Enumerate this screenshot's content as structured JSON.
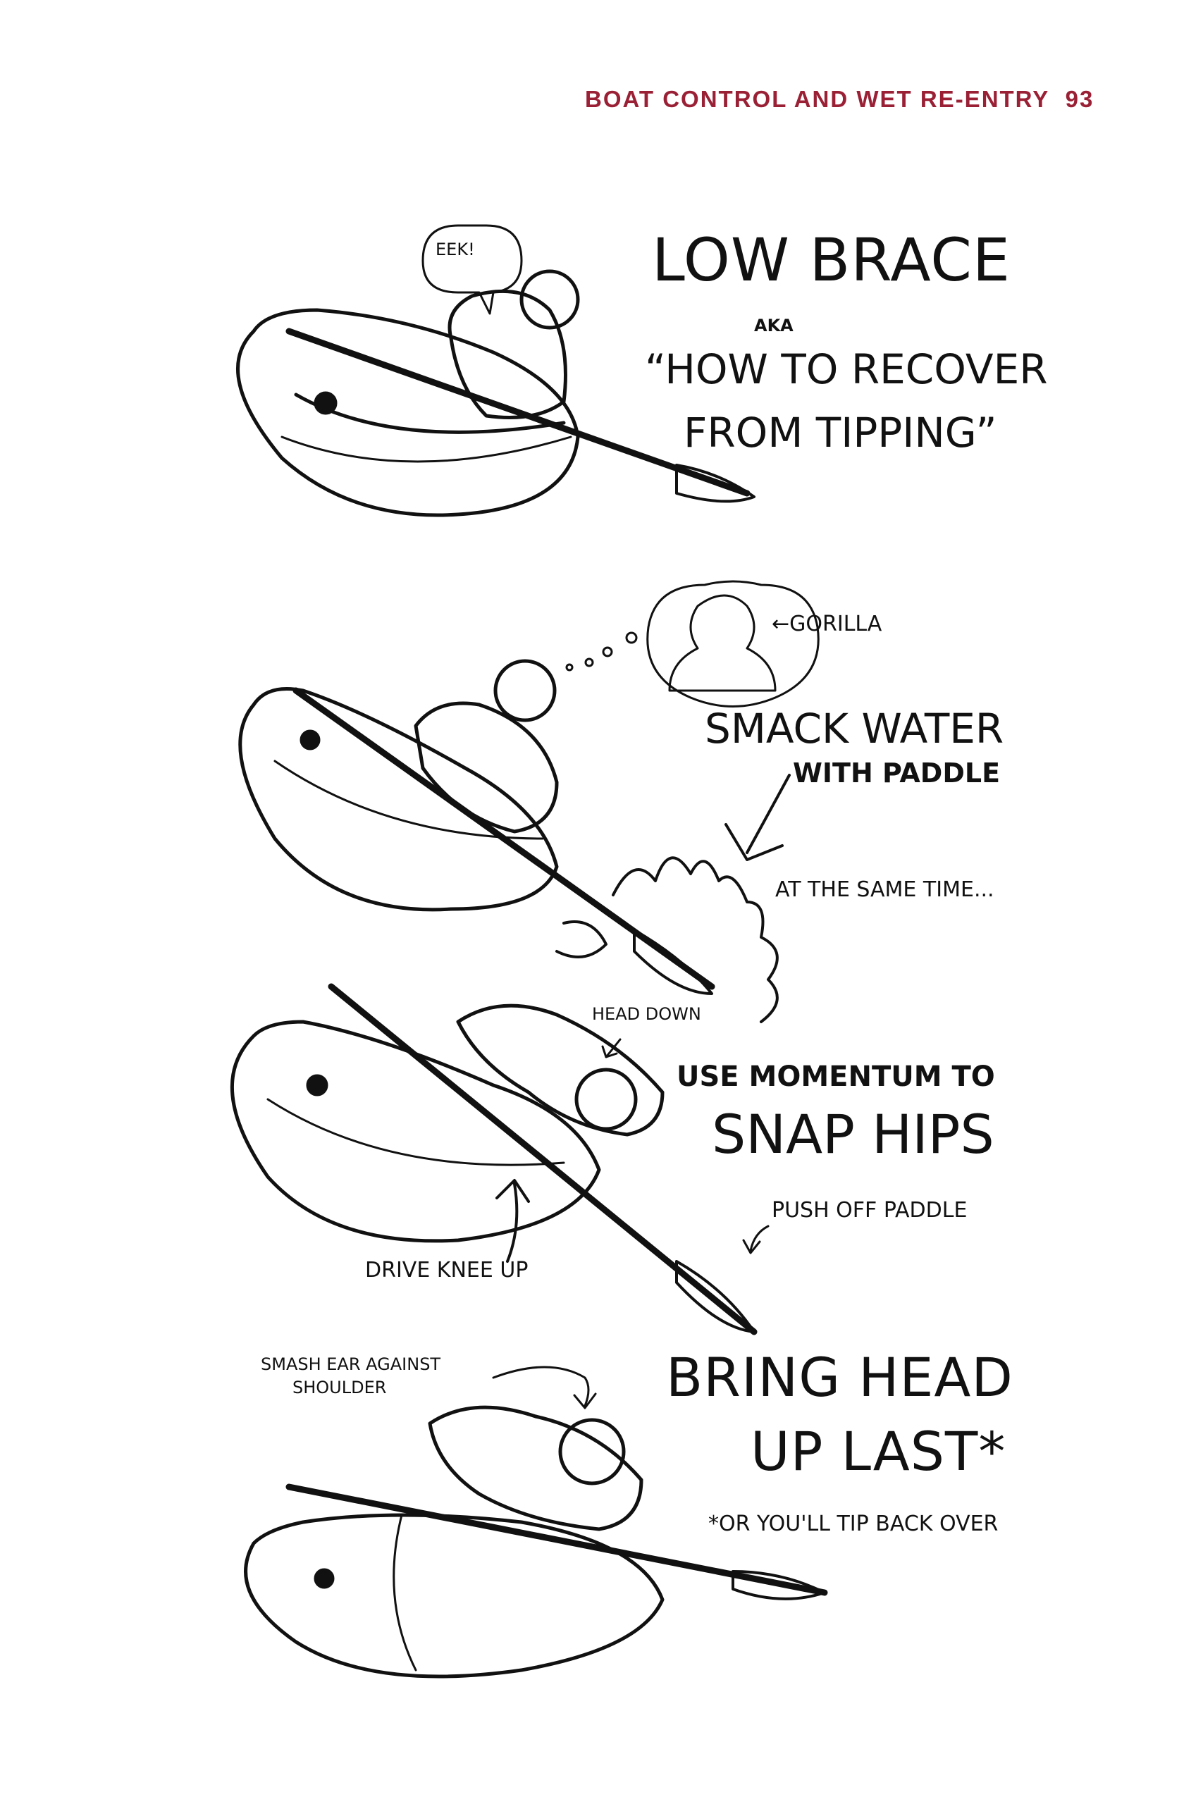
{
  "header": {
    "text": "BOAT CONTROL AND WET RE-ENTRY",
    "page_number": "93",
    "color": "#9a2035"
  },
  "panel1": {
    "bubble": "EEK!",
    "title": "LOW BRACE",
    "aka": "AKA",
    "subtitle_line1": "“HOW TO RECOVER",
    "subtitle_line2": "FROM TIPPING”"
  },
  "panel2": {
    "thought_label": "←GORILLA",
    "title_line1": "SMACK WATER",
    "title_line2": "WITH PADDLE",
    "note": "AT THE SAME TIME..."
  },
  "panel3": {
    "head_label": "HEAD DOWN",
    "title_line1": "USE MOMENTUM TO",
    "title_line2": "SNAP HIPS",
    "push_label": "PUSH OFF PADDLE",
    "knee_label": "DRIVE KNEE UP"
  },
  "panel4": {
    "ear_label_line1": "SMASH EAR AGAINST",
    "ear_label_line2": "SHOULDER",
    "title_line1": "BRING HEAD",
    "title_line2": "UP LAST*",
    "footnote": "*OR YOU'LL TIP BACK OVER"
  }
}
